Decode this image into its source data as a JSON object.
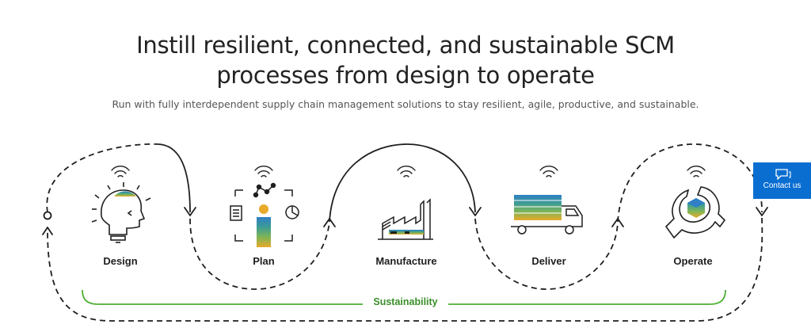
{
  "header": {
    "title_line1": "Instill resilient, connected, and sustainable SCM",
    "title_line2": "processes from design to operate",
    "subtitle": "Run with fully interdependent supply chain management solutions to stay resilient, agile, productive, and sustainable."
  },
  "stages": [
    {
      "label": "Design",
      "icon": "lightbulb-head-icon"
    },
    {
      "label": "Plan",
      "icon": "planning-person-icon"
    },
    {
      "label": "Manufacture",
      "icon": "factory-icon"
    },
    {
      "label": "Deliver",
      "icon": "truck-icon"
    },
    {
      "label": "Operate",
      "icon": "wrench-icon"
    }
  ],
  "sustainability_label": "Sustainability",
  "contact": {
    "label": "Contact us",
    "icon": "chat-bubble-icon"
  },
  "colors": {
    "accent_blue": "#0a6ed1",
    "sustainability_green": "#4caf32",
    "icon_gold": "#e9a92a",
    "icon_teal": "#3c9c96",
    "icon_blue": "#2f7fc4",
    "dark_line": "#1f1f1f"
  }
}
